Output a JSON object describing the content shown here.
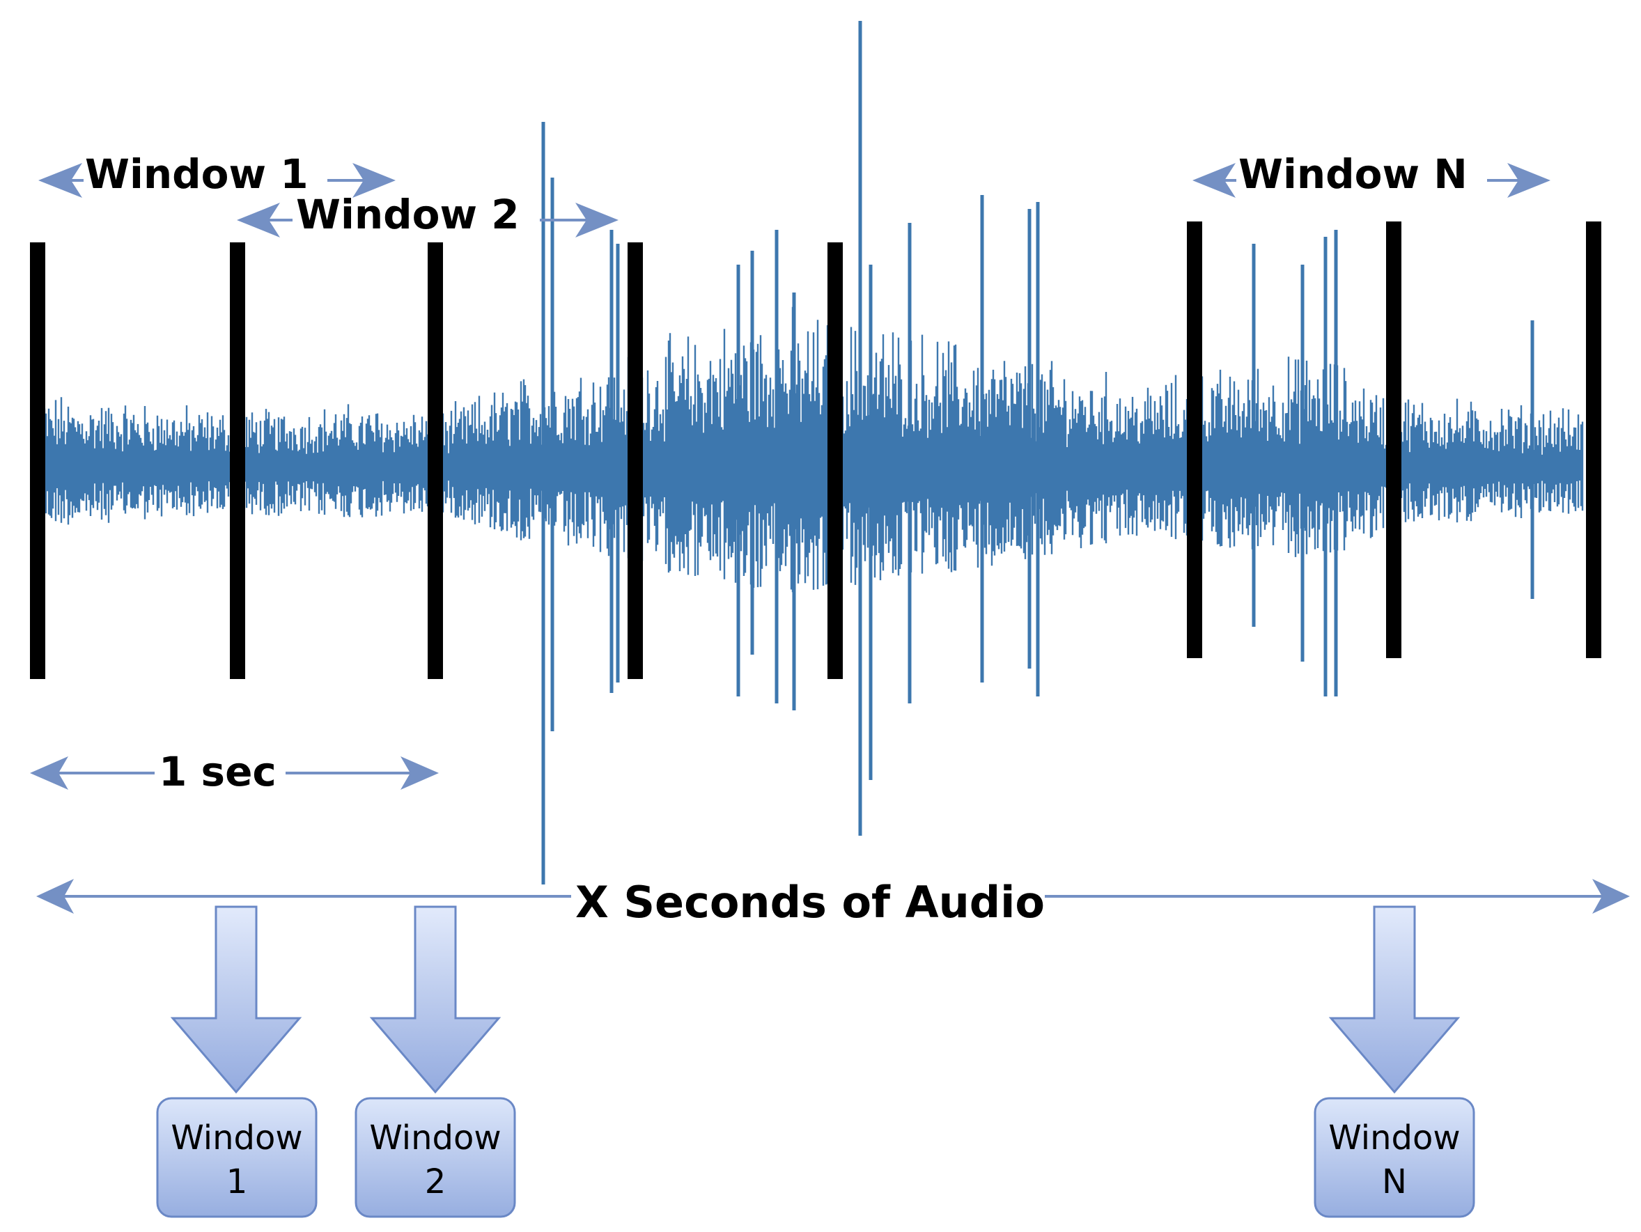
{
  "labels": {
    "window_1": "Window 1",
    "window_2": "Window 2",
    "window_n": "Window N",
    "one_sec": "1 sec",
    "total_audio": "X Seconds of Audio"
  },
  "output_boxes": [
    {
      "line1": "Window",
      "line2": "1"
    },
    {
      "line1": "Window",
      "line2": "2"
    },
    {
      "line1": "Window",
      "line2": "N"
    }
  ],
  "colors": {
    "waveform": "#3d77ae",
    "arrow": "#7490c4",
    "divider": "#000000",
    "box_top": "#dce6fa",
    "box_bottom": "#97aee0",
    "box_stroke": "#6a88c6"
  }
}
